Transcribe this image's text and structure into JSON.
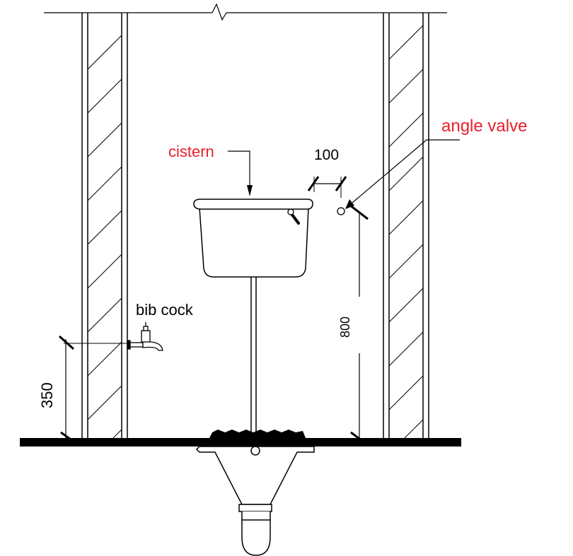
{
  "labels": {
    "cistern": "cistern",
    "angle_valve": "angle valve",
    "bib_cock": "bib cock"
  },
  "dimensions": {
    "valve_offset": "100",
    "valve_height": "800",
    "bib_cock_height": "350"
  },
  "colors": {
    "callout": "#e8202a",
    "line": "#000000"
  }
}
